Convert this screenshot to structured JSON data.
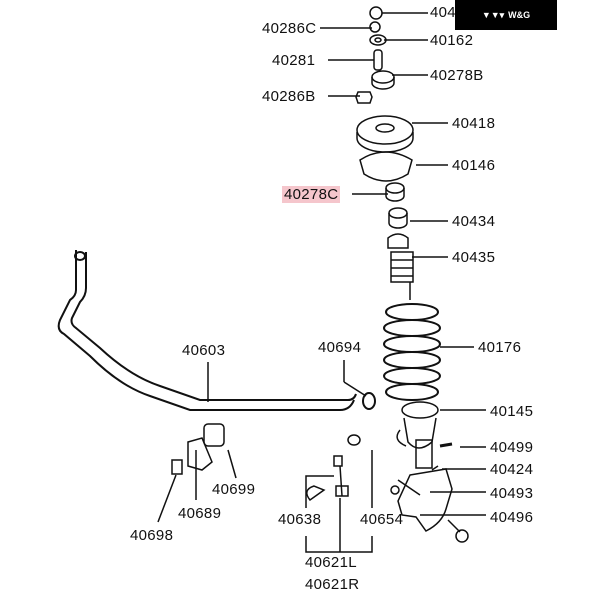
{
  "brand": {
    "logo_text": "W&G",
    "icon": "vvv-logo-icon"
  },
  "highlight_color": "#f5c6cc",
  "labels": {
    "p404": "404",
    "p40286C": "40286C",
    "p40162": "40162",
    "p40281": "40281",
    "p40278B": "40278B",
    "p40286B": "40286B",
    "p40418": "40418",
    "p40146": "40146",
    "p40278C": "40278C",
    "p40434": "40434",
    "p40435": "40435",
    "p40176": "40176",
    "p40603": "40603",
    "p40694": "40694",
    "p40145": "40145",
    "p40499": "40499",
    "p40424": "40424",
    "p40699": "40699",
    "p40493": "40493",
    "p40689": "40689",
    "p40638": "40638",
    "p40654": "40654",
    "p40496": "40496",
    "p40698": "40698",
    "p40621L": "40621L",
    "p40621R": "40621R"
  }
}
